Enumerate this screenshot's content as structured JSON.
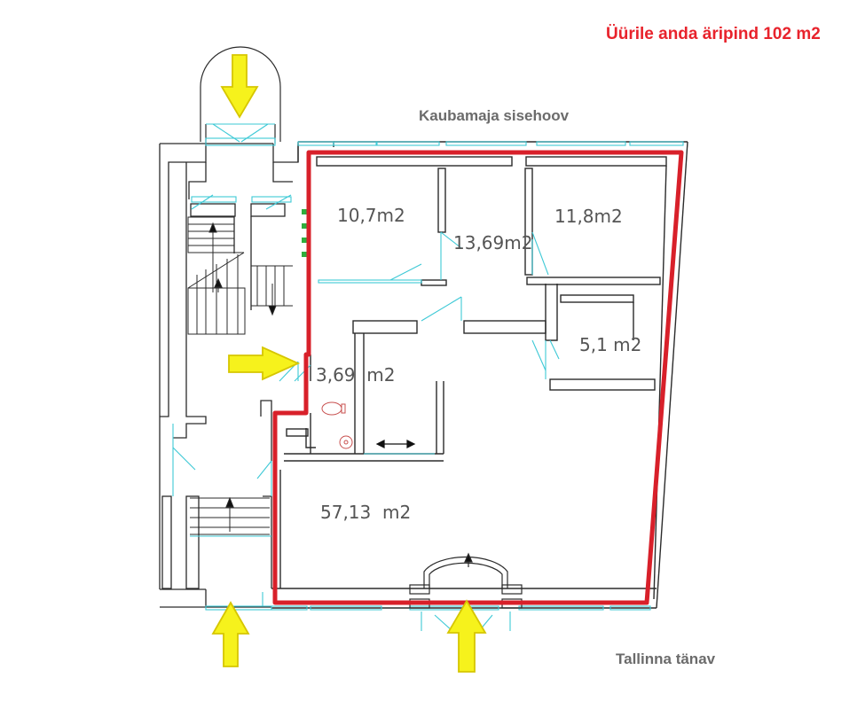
{
  "title": "Üürile anda äripind 102 m2",
  "labels": {
    "courtyard": "Kaubamaja sisehoov",
    "street": "Tallinna tänav"
  },
  "rooms": [
    {
      "id": "room-a",
      "area": "10,7m2"
    },
    {
      "id": "room-b",
      "area": "13,69m2"
    },
    {
      "id": "room-c",
      "area": "11,8m2"
    },
    {
      "id": "room-d",
      "area": "5,1 m2"
    },
    {
      "id": "room-e",
      "area": "3,69  m2"
    },
    {
      "id": "room-f",
      "area": "57,13  m2"
    }
  ],
  "colors": {
    "outline_red": "#d8202a",
    "wall": "#2b2b2b",
    "window_cyan": "#3ec9d6",
    "arrow_yellow": "#f6f21c",
    "arrow_stroke": "#d6c600",
    "text_gray": "#555555",
    "title_red": "#e8232c"
  }
}
